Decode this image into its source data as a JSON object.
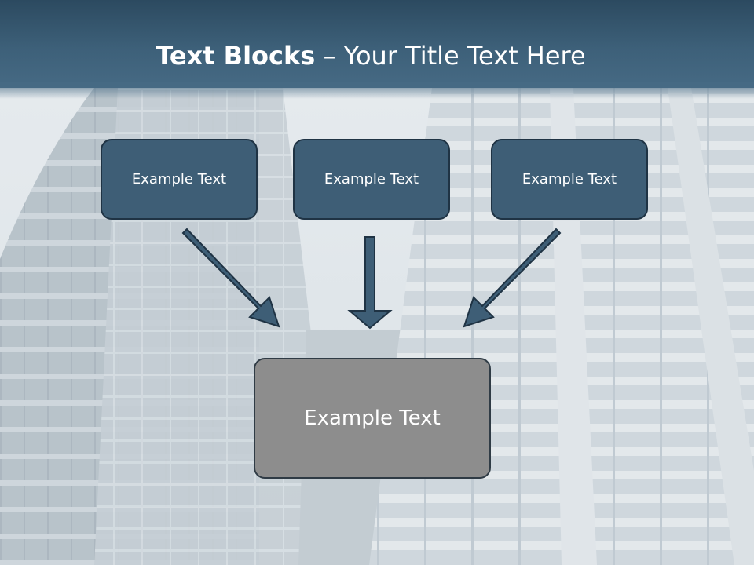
{
  "slide": {
    "title_bold": "Text Blocks",
    "title_rest": " – Your Title Text Here"
  },
  "blocks": {
    "top": [
      "Example Text",
      "Example Text",
      "Example Text"
    ],
    "bottom": "Example Text"
  },
  "colors": {
    "header": "#3d6079",
    "box_fill": "#3e5e76",
    "bottom_box_fill": "#8d8d8d",
    "arrow_fill": "#3e5e76"
  }
}
